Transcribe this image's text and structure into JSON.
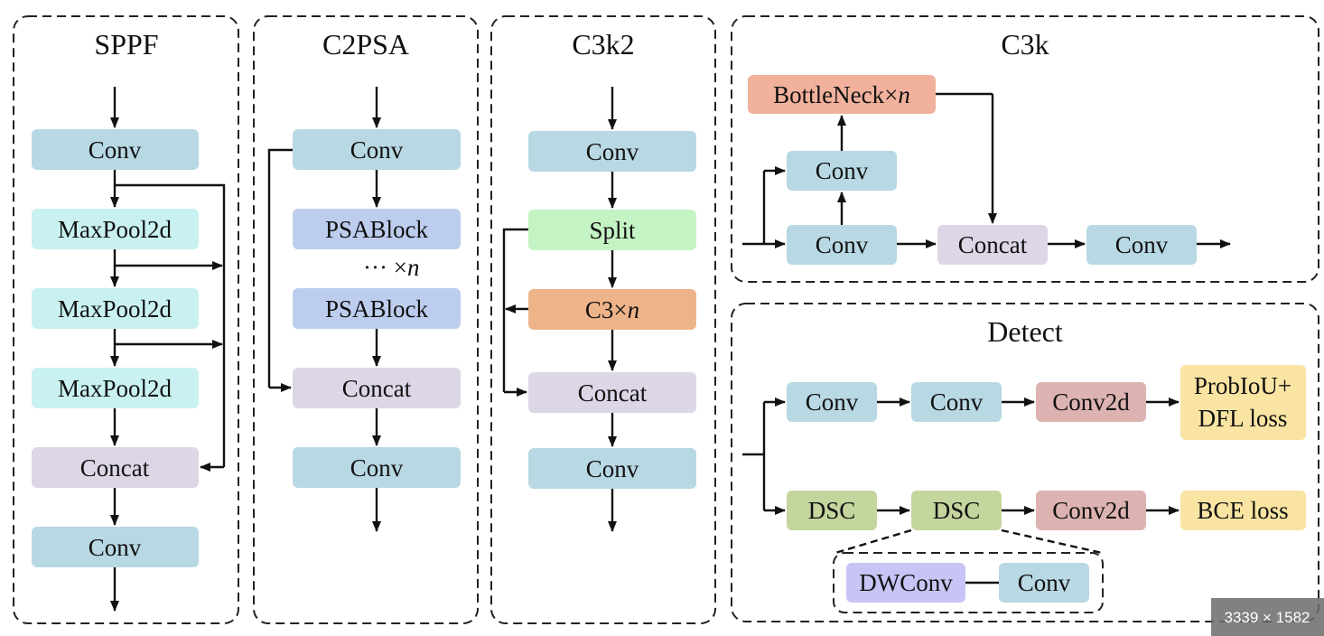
{
  "colors": {
    "conv": "#b8d8e3",
    "maxpool": "#c9f1f1",
    "concat": "#dcd6e6",
    "psablock": "#bdcdee",
    "split": "#c5f4c4",
    "c3": "#eeb489",
    "bottleneck": "#f1b19c",
    "conv2d": "#ddb3b1",
    "loss": "#f9e4a3",
    "dsc": "#c4d69e",
    "dwconv": "#c8c5f6"
  },
  "panels": {
    "sppf": {
      "title": "SPPF",
      "blocks": [
        "Conv",
        "MaxPool2d",
        "MaxPool2d",
        "MaxPool2d",
        "Concat",
        "Conv"
      ]
    },
    "c2psa": {
      "title": "C2PSA",
      "blocks": [
        "Conv",
        "PSABlock",
        "PSABlock",
        "Concat",
        "Conv"
      ],
      "repeat_label": "··· ×",
      "repeat_n": "n"
    },
    "c3k2": {
      "title": "C3k2",
      "blocks": [
        "Conv",
        "Split",
        "C3×",
        "Concat",
        "Conv"
      ],
      "c3_n": "n"
    },
    "c3k": {
      "title": "C3k",
      "bottleneck": "BottleNeck×",
      "bottleneck_n": "n",
      "blocks": [
        "Conv",
        "Conv",
        "Concat",
        "Conv"
      ]
    },
    "detect": {
      "title": "Detect",
      "top_row": [
        "Conv",
        "Conv",
        "Conv2d"
      ],
      "top_loss": [
        "ProbIoU+",
        "DFL loss"
      ],
      "bottom_row": [
        "DSC",
        "DSC",
        "Conv2d"
      ],
      "bottom_loss": "BCE loss",
      "dsc_detail": [
        "DWConv",
        "Conv"
      ]
    }
  },
  "badge": "3339 × 1582"
}
